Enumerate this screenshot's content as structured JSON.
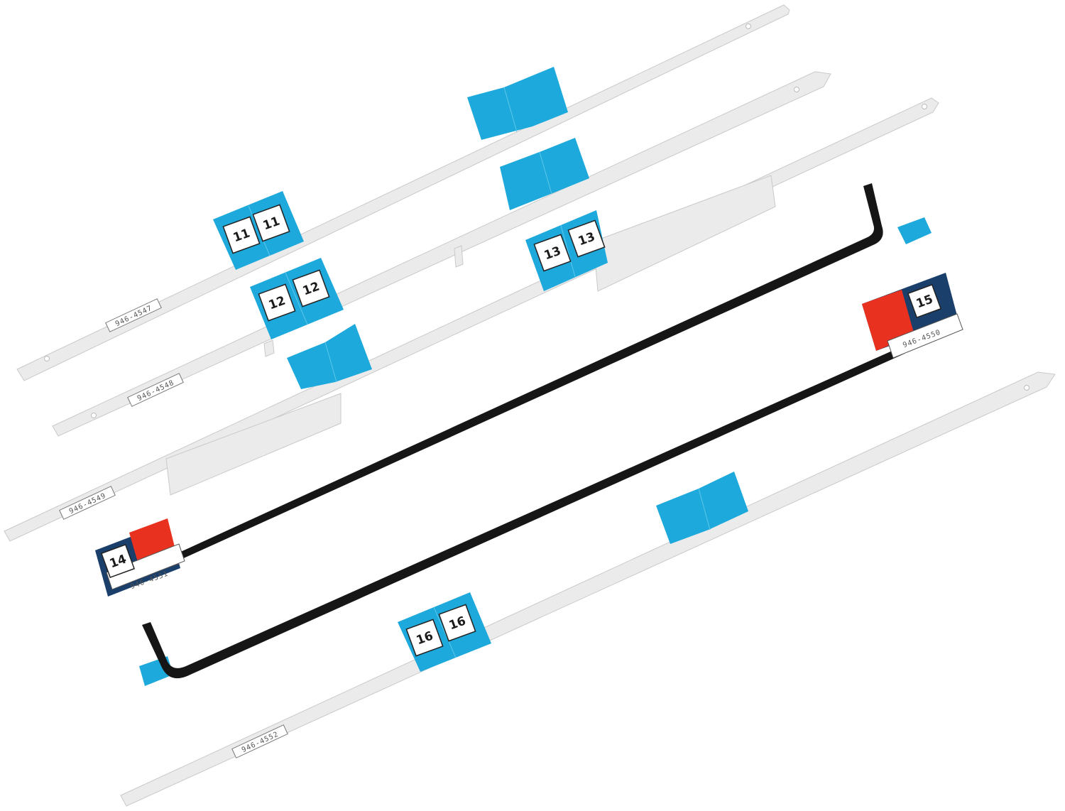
{
  "colors": {
    "strip": "#ebebeb",
    "strip_edge": "#c9c9c9",
    "liner_blue": "#1ea9dc",
    "liner_red": "#e8321f",
    "black_strip": "#161616",
    "tag_fill": "#ffffff",
    "tag_border": "#222222"
  },
  "strips": [
    {
      "id": "strip-11",
      "number": "11",
      "part_number": "946-4547",
      "type": "white-adhesive-strip"
    },
    {
      "id": "strip-12",
      "number": "12",
      "part_number": "946-4548",
      "type": "white-adhesive-strip"
    },
    {
      "id": "strip-13",
      "number": "13",
      "part_number": "946-4549",
      "type": "white-adhesive-strip"
    },
    {
      "id": "strip-14",
      "number": "14",
      "part_number": "946-4551",
      "type": "black-adhesive-strip"
    },
    {
      "id": "strip-15",
      "number": "15",
      "part_number": "946-4550",
      "type": "black-adhesive-strip"
    },
    {
      "id": "strip-16",
      "number": "16",
      "part_number": "946-4552",
      "type": "white-adhesive-strip"
    }
  ]
}
